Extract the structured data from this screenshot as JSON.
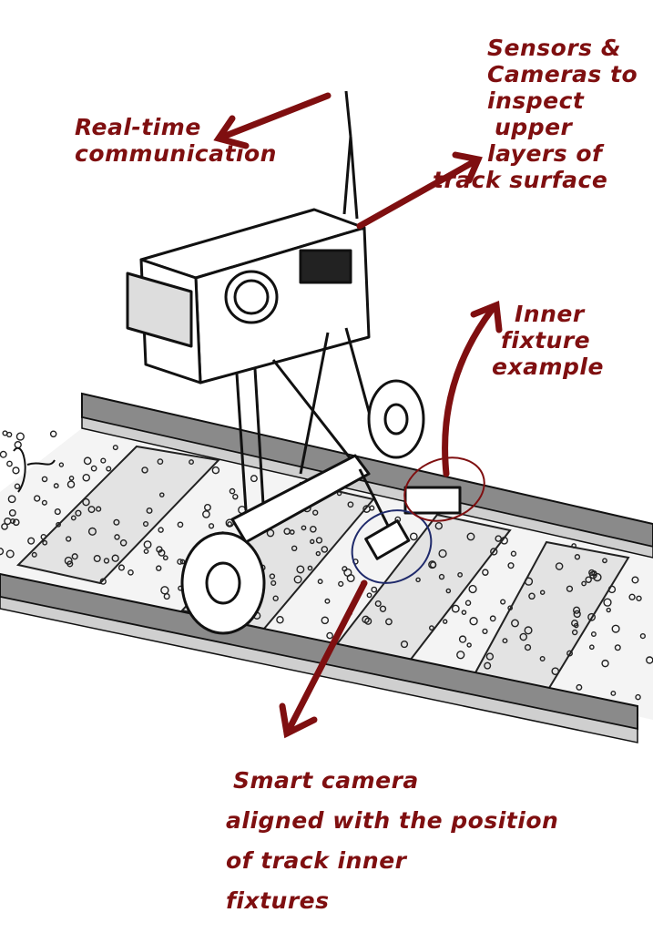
{
  "annotations": {
    "realtime": [
      "Real-time",
      "communication"
    ],
    "sensors": [
      "Sensors &",
      "Cameras to",
      "inspect",
      "upper",
      "layers of",
      "track surface"
    ],
    "inner_fixture": [
      "Inner",
      "fixture",
      "example"
    ],
    "smart_camera": [
      "Smart camera",
      "aligned with the position",
      "of track inner",
      "fixtures"
    ]
  },
  "colors": {
    "annotation": "#7f0f10",
    "ink": "#111111",
    "rail": "#8a8a8a",
    "tie": "#dcdcdc",
    "camera_circle": "#1f2a6b"
  }
}
